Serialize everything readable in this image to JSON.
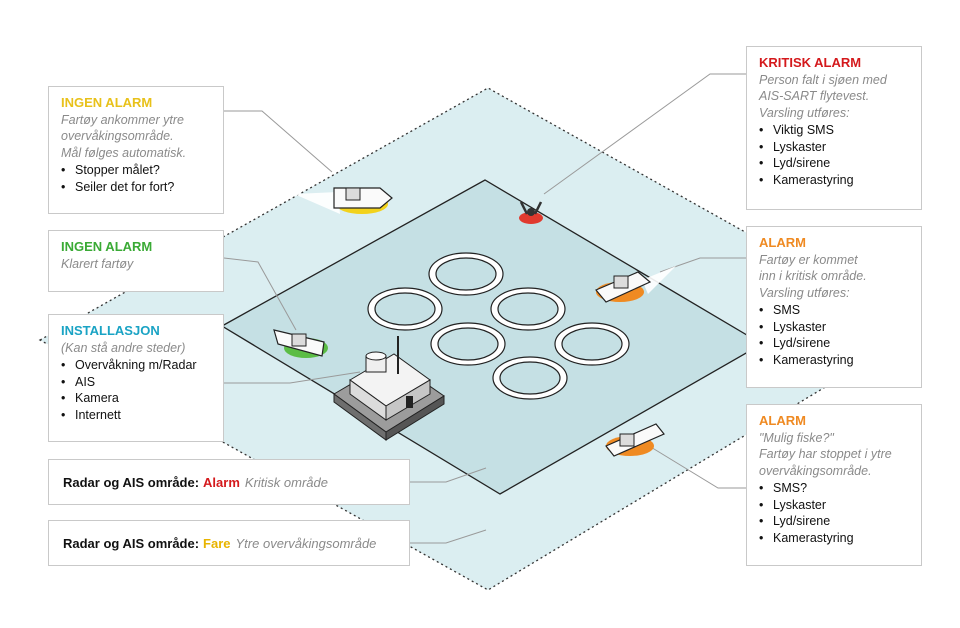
{
  "colors": {
    "yellow": "#e8c11a",
    "green": "#3aaa35",
    "cyan": "#1aa3c4",
    "red": "#d4191c",
    "orange": "#ef8a22",
    "water_outer": "#dbeef1",
    "water_inner": "#c7e1e5"
  },
  "boxes": {
    "ingen_alarm_1": {
      "title": "INGEN ALARM",
      "desc": "Fartøy ankommer ytre\novervåkingsområde.\nMål følges automatisk.",
      "items": [
        "Stopper målet?",
        "Seiler det for fort?"
      ]
    },
    "ingen_alarm_2": {
      "title": "INGEN ALARM",
      "desc": "Klarert fartøy",
      "items": []
    },
    "installasjon": {
      "title": "INSTALLASJON",
      "desc": "(Kan stå andre steder)",
      "items": [
        "Overvåkning m/Radar",
        "AIS",
        "Kamera",
        "Internett"
      ]
    },
    "kritisk_alarm": {
      "title": "KRITISK ALARM",
      "desc": "Person falt i sjøen med\nAIS-SART flytevest.\nVarsling utføres:",
      "items": [
        "Viktig SMS",
        "Lyskaster",
        "Lyd/sirene",
        "Kamerastyring"
      ]
    },
    "alarm_1": {
      "title": "ALARM",
      "desc": "Fartøy er kommet\ninn i kritisk område.\nVarsling utføres:",
      "items": [
        "SMS",
        "Lyskaster",
        "Lyd/sirene",
        "Kamerastyring"
      ]
    },
    "alarm_2": {
      "title": "ALARM",
      "desc": "\"Mulig fiske?\"\nFartøy har stoppet i ytre\novervåkingsområde.",
      "items": [
        "SMS?",
        "Lyskaster",
        "Lyd/sirene",
        "Kamerastyring"
      ]
    }
  },
  "zones": {
    "kritisk": {
      "label": "Radar og AIS område:",
      "level": "Alarm",
      "desc": "Kritisk område"
    },
    "ytre": {
      "label": "Radar og AIS område:",
      "level": "Fare",
      "desc": "Ytre overvåkingsområde"
    }
  },
  "icons": {
    "boat": "boat-icon",
    "person": "person-in-water-icon",
    "installation": "installation-platform-icon",
    "pen": "fish-pen-ring-icon"
  }
}
